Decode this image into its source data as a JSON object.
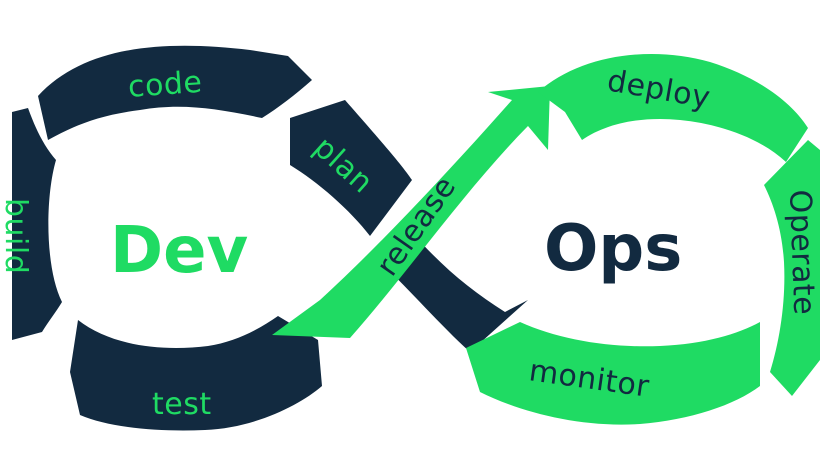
{
  "diagram": {
    "center_left": "Dev",
    "center_right": "Ops",
    "stages": {
      "plan": "plan",
      "code": "code",
      "build": "build",
      "test": "test",
      "release": "release",
      "deploy": "deploy",
      "operate": "Operate",
      "monitor": "monitor"
    }
  },
  "colors": {
    "dark": "#122a40",
    "green": "#1fdb63",
    "background": "#ffffff"
  }
}
